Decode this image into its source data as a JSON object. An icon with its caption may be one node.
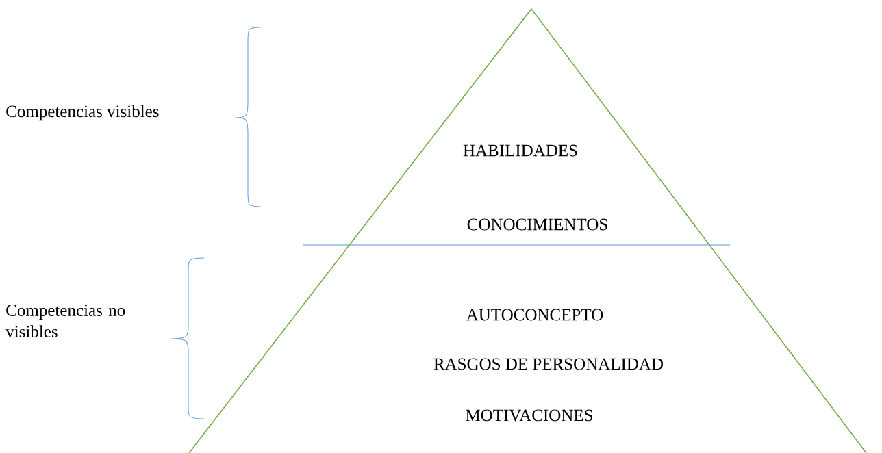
{
  "diagram": {
    "nodes": [
      {
        "text": [
          "HABILIDADES",
          "CONOCIMIENTOS",
          "AUTOCONCEPTO",
          "RASGOS DE PERSONALIDAD",
          "MOTIVACIONES"
        ]
      }
    ],
    "labels": [
      "Competencias visibles",
      "Competencias no visibles"
    ]
  }
}
